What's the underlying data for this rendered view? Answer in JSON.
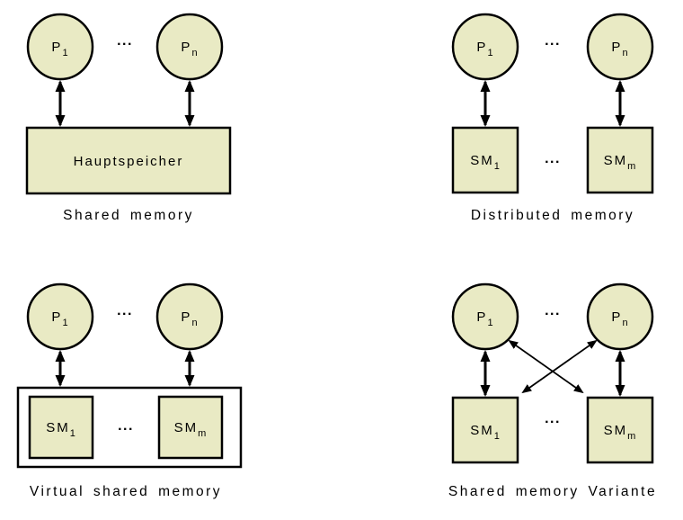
{
  "colors": {
    "node_fill": "#e9eac4",
    "stroke": "#000000",
    "background": "#ffffff"
  },
  "ellipsis": "...",
  "diagrams": {
    "shared": {
      "caption": "Shared memory",
      "p1": {
        "base": "P",
        "sub": "1"
      },
      "pn": {
        "base": "P",
        "sub": "n"
      },
      "memory_label": "Hauptspeicher"
    },
    "distributed": {
      "caption": "Distributed memory",
      "p1": {
        "base": "P",
        "sub": "1"
      },
      "pn": {
        "base": "P",
        "sub": "n"
      },
      "sm1": {
        "base": "SM",
        "sub": "1"
      },
      "smm": {
        "base": "SM",
        "sub": "m"
      }
    },
    "virtual": {
      "caption": "Virtual shared memory",
      "p1": {
        "base": "P",
        "sub": "1"
      },
      "pn": {
        "base": "P",
        "sub": "n"
      },
      "sm1": {
        "base": "SM",
        "sub": "1"
      },
      "smm": {
        "base": "SM",
        "sub": "m"
      }
    },
    "variante": {
      "caption": "Shared memory Variante",
      "p1": {
        "base": "P",
        "sub": "1"
      },
      "pn": {
        "base": "P",
        "sub": "n"
      },
      "sm1": {
        "base": "SM",
        "sub": "1"
      },
      "smm": {
        "base": "SM",
        "sub": "m"
      }
    }
  }
}
